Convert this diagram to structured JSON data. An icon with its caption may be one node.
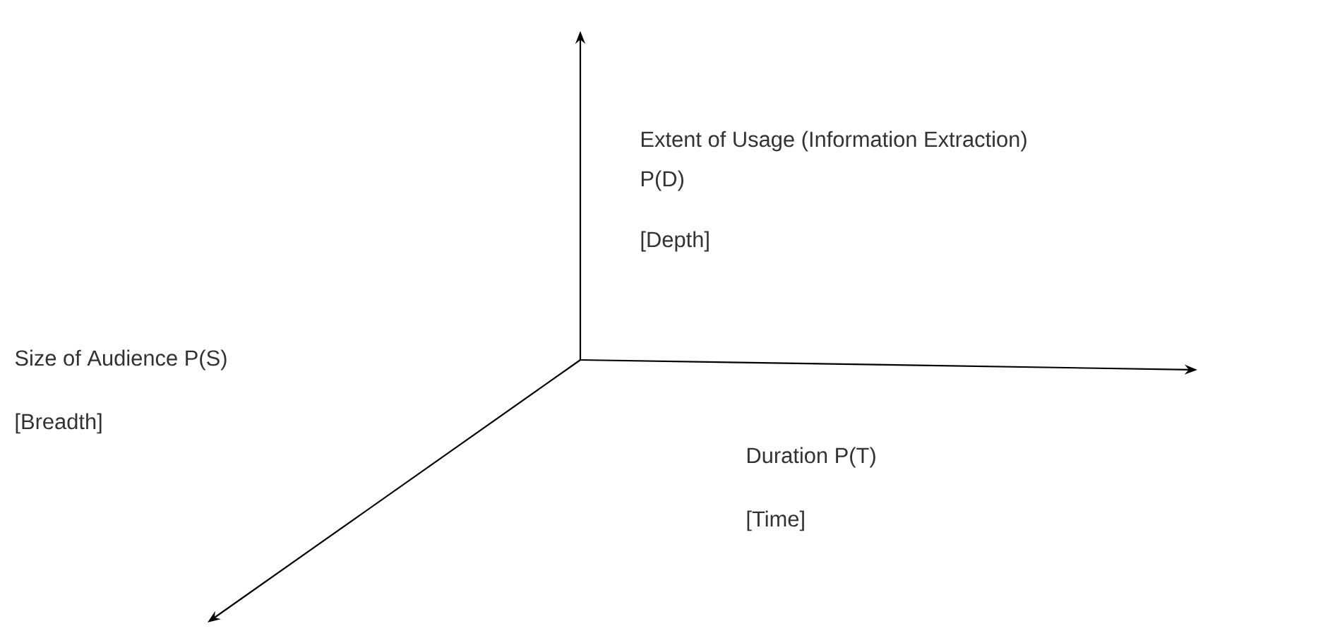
{
  "diagram": {
    "labels": [
      "Extent of Usage (Information Extraction)",
      "P(D)",
      "[Depth]",
      "Size of Audience P(S)",
      "[Breadth]",
      "Duration  P(T)",
      "[Time]"
    ]
  }
}
